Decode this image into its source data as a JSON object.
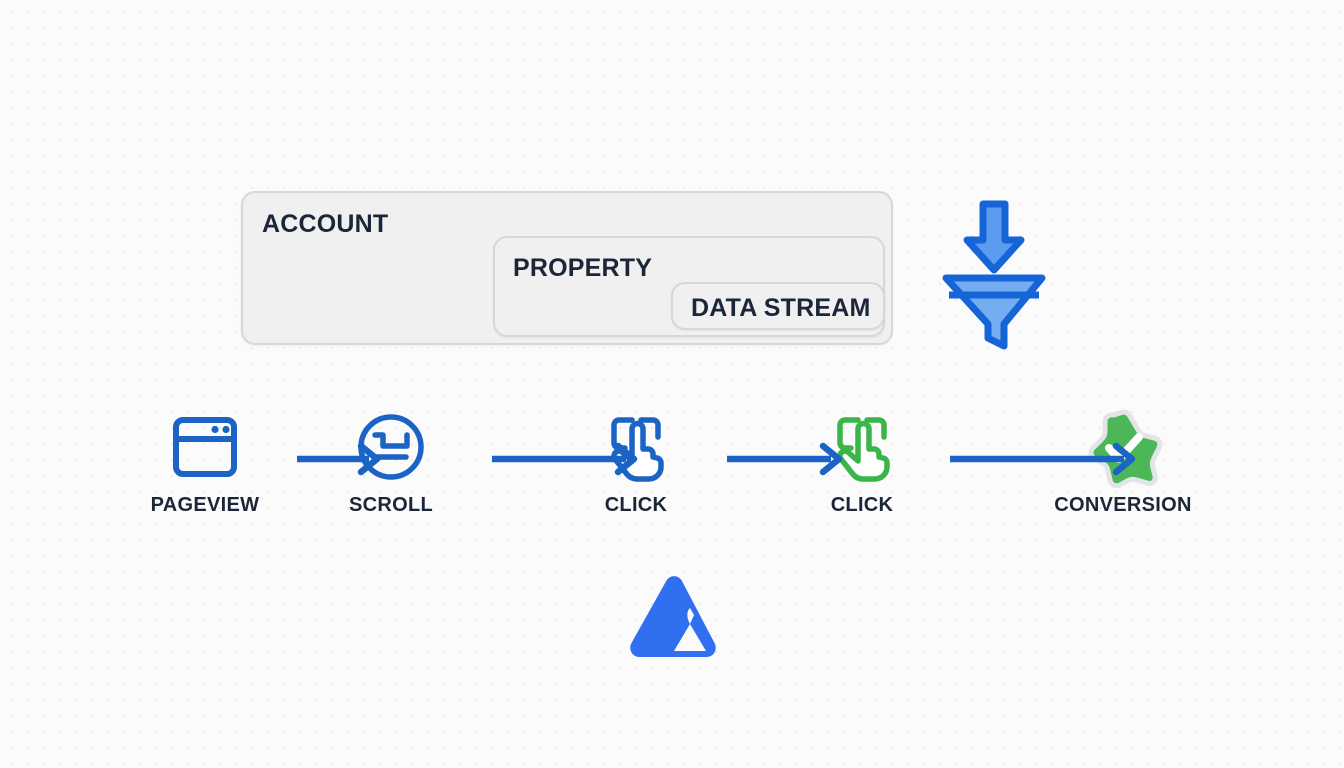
{
  "diagram": {
    "title": "Google Analytics 4 data hierarchy and event funnel",
    "background_color": "#fbfbfc",
    "dot_grid_color": "#e9eaee"
  },
  "hierarchy": {
    "name": "account-property-datastream-hierarchy",
    "boxes": [
      {
        "id": "account",
        "label": "ACCOUNT"
      },
      {
        "id": "property",
        "label": "PROPERTY"
      },
      {
        "id": "datastream",
        "label": "DATA STREAM"
      }
    ],
    "box_fill": "#f0f0f1",
    "box_border": "#d6d7d9",
    "label_color": "#1b2638"
  },
  "funnel": {
    "name": "funnel-icon",
    "arrow_fill": "#5b9bf0",
    "arrow_stroke": "#1565d8",
    "funnel_fill": "#76acf2",
    "funnel_stroke": "#1565d8"
  },
  "event_flow": {
    "name": "event-sequence",
    "arrow_color": "#1b63c4",
    "nodes": [
      {
        "id": "pageview",
        "label": "PAGEVIEW",
        "icon": "browser-window-icon",
        "color": "#1b63c4"
      },
      {
        "id": "scroll",
        "label": "SCROLL",
        "icon": "scroll-circle-icon",
        "color": "#1b63c4"
      },
      {
        "id": "click-1",
        "label": "CLICK",
        "icon": "tap-click-icon",
        "color": "#1b63c4"
      },
      {
        "id": "click-2",
        "label": "CLICK",
        "icon": "tap-click-icon",
        "color": "#3ab54a"
      },
      {
        "id": "conversion",
        "label": "CONVERSION",
        "icon": "star-check-icon",
        "color": "#3ab54a"
      }
    ],
    "label_color": "#1b2638"
  },
  "logo": {
    "name": "google-analytics-logo",
    "color": "#2f6ff0"
  }
}
